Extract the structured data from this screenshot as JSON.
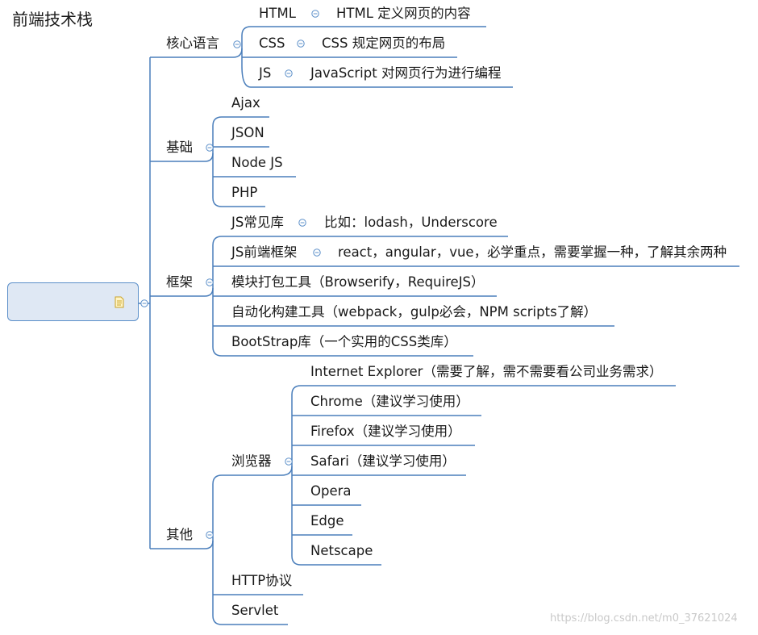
{
  "root": {
    "label": "前端技术栈",
    "icon": "note-icon"
  },
  "branches": {
    "core": {
      "label": "核心语言",
      "items": [
        {
          "name": "HTML",
          "desc": "HTML 定义网页的内容"
        },
        {
          "name": "CSS",
          "desc": "CSS 规定网页的布局"
        },
        {
          "name": "JS",
          "desc": "JavaScript 对网页行为进行编程"
        }
      ]
    },
    "basics": {
      "label": "基础",
      "items": [
        "Ajax",
        "JSON",
        "Node JS",
        "PHP"
      ]
    },
    "frameworks": {
      "label": "框架",
      "items": [
        {
          "name": "JS常见库",
          "desc": "比如：lodash，Underscore"
        },
        {
          "name": "JS前端框架",
          "desc": "react，angular，vue，必学重点，需要掌握一种，了解其余两种"
        },
        {
          "name": "模块打包工具（Browserify，RequireJS）"
        },
        {
          "name": "自动化构建工具（webpack，gulp必会，NPM scripts了解）"
        },
        {
          "name": "BootStrap库（一个实用的CSS类库）"
        }
      ]
    },
    "other": {
      "label": "其他",
      "browsers": {
        "label": "浏览器",
        "items": [
          "Internet Explorer（需要了解，需不需要看公司业务需求）",
          "Chrome（建议学习使用）",
          "Firefox（建议学习使用）",
          "Safari（建议学习使用）",
          "Opera",
          "Edge",
          "Netscape"
        ]
      },
      "items": [
        "HTTP协议",
        "Servlet"
      ]
    }
  },
  "watermark": "https://blog.csdn.net/m0_37621024",
  "colors": {
    "line": "#4a7ebb",
    "root_fill": "#dfe8f4",
    "root_border": "#5b8fc9",
    "toggle": "#5b8fc9"
  }
}
